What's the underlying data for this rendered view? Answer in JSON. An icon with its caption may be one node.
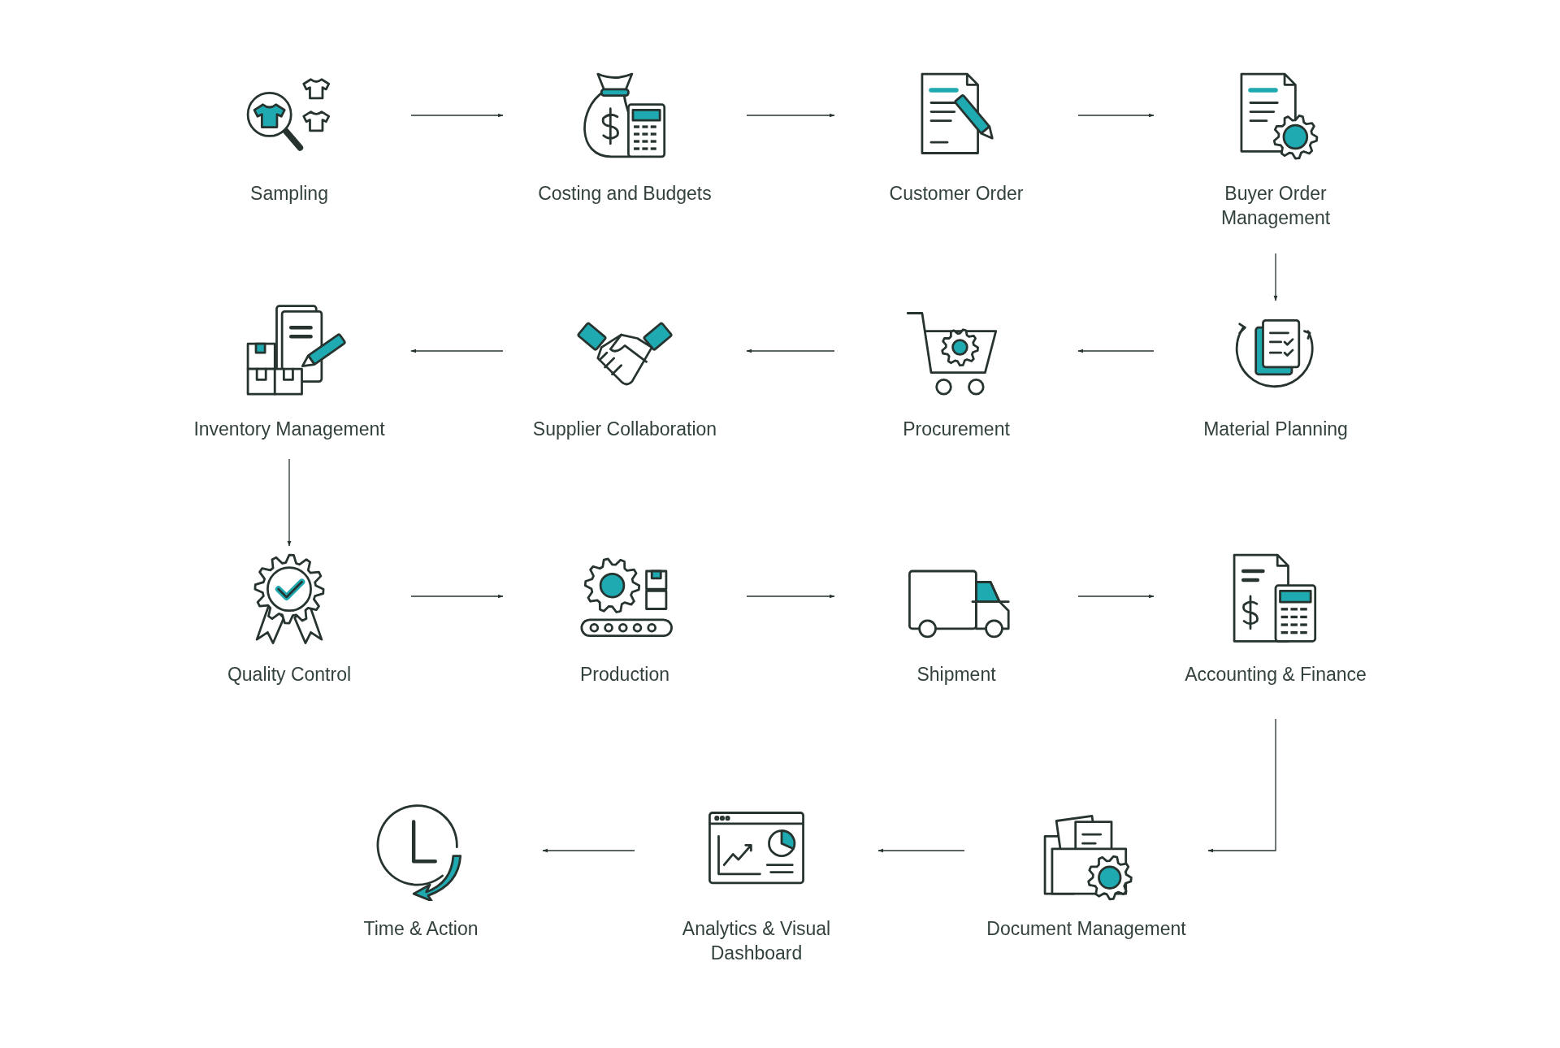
{
  "diagram": {
    "nodes": [
      {
        "text": [
          "Sampling"
        ]
      },
      {
        "text": [
          "Costing and Budgets"
        ]
      },
      {
        "text": [
          "Customer Order"
        ]
      },
      {
        "text": [
          "Buyer Order Management"
        ]
      },
      {
        "text": [
          "Inventory Management"
        ]
      },
      {
        "text": [
          "Supplier Collaboration"
        ]
      },
      {
        "text": [
          "Procurement"
        ]
      },
      {
        "text": [
          "Material Planning"
        ]
      },
      {
        "text": [
          "Quality Control"
        ]
      },
      {
        "text": [
          "Production"
        ]
      },
      {
        "text": [
          "Shipment"
        ]
      },
      {
        "text": [
          "Accounting & Finance"
        ]
      },
      {
        "text": [
          "Time & Action"
        ]
      },
      {
        "text": [
          "Analytics & Visual Dashboard"
        ]
      },
      {
        "text": [
          "Document Management"
        ]
      }
    ],
    "edges": [
      {
        "from": 0,
        "to": 1,
        "arrow": "to"
      },
      {
        "from": 1,
        "to": 2,
        "arrow": "to"
      },
      {
        "from": 2,
        "to": 3,
        "arrow": "to"
      },
      {
        "from": 3,
        "to": 7,
        "arrow": "to"
      },
      {
        "from": 7,
        "to": 6,
        "arrow": "to"
      },
      {
        "from": 6,
        "to": 5,
        "arrow": "to"
      },
      {
        "from": 5,
        "to": 4,
        "arrow": "to"
      },
      {
        "from": 4,
        "to": 8,
        "arrow": "to"
      },
      {
        "from": 8,
        "to": 9,
        "arrow": "to"
      },
      {
        "from": 9,
        "to": 10,
        "arrow": "to"
      },
      {
        "from": 10,
        "to": 11,
        "arrow": "to"
      },
      {
        "from": 11,
        "to": 14,
        "arrow": "to"
      },
      {
        "from": 14,
        "to": 13,
        "arrow": "to"
      },
      {
        "from": 13,
        "to": 12,
        "arrow": "to"
      }
    ]
  }
}
